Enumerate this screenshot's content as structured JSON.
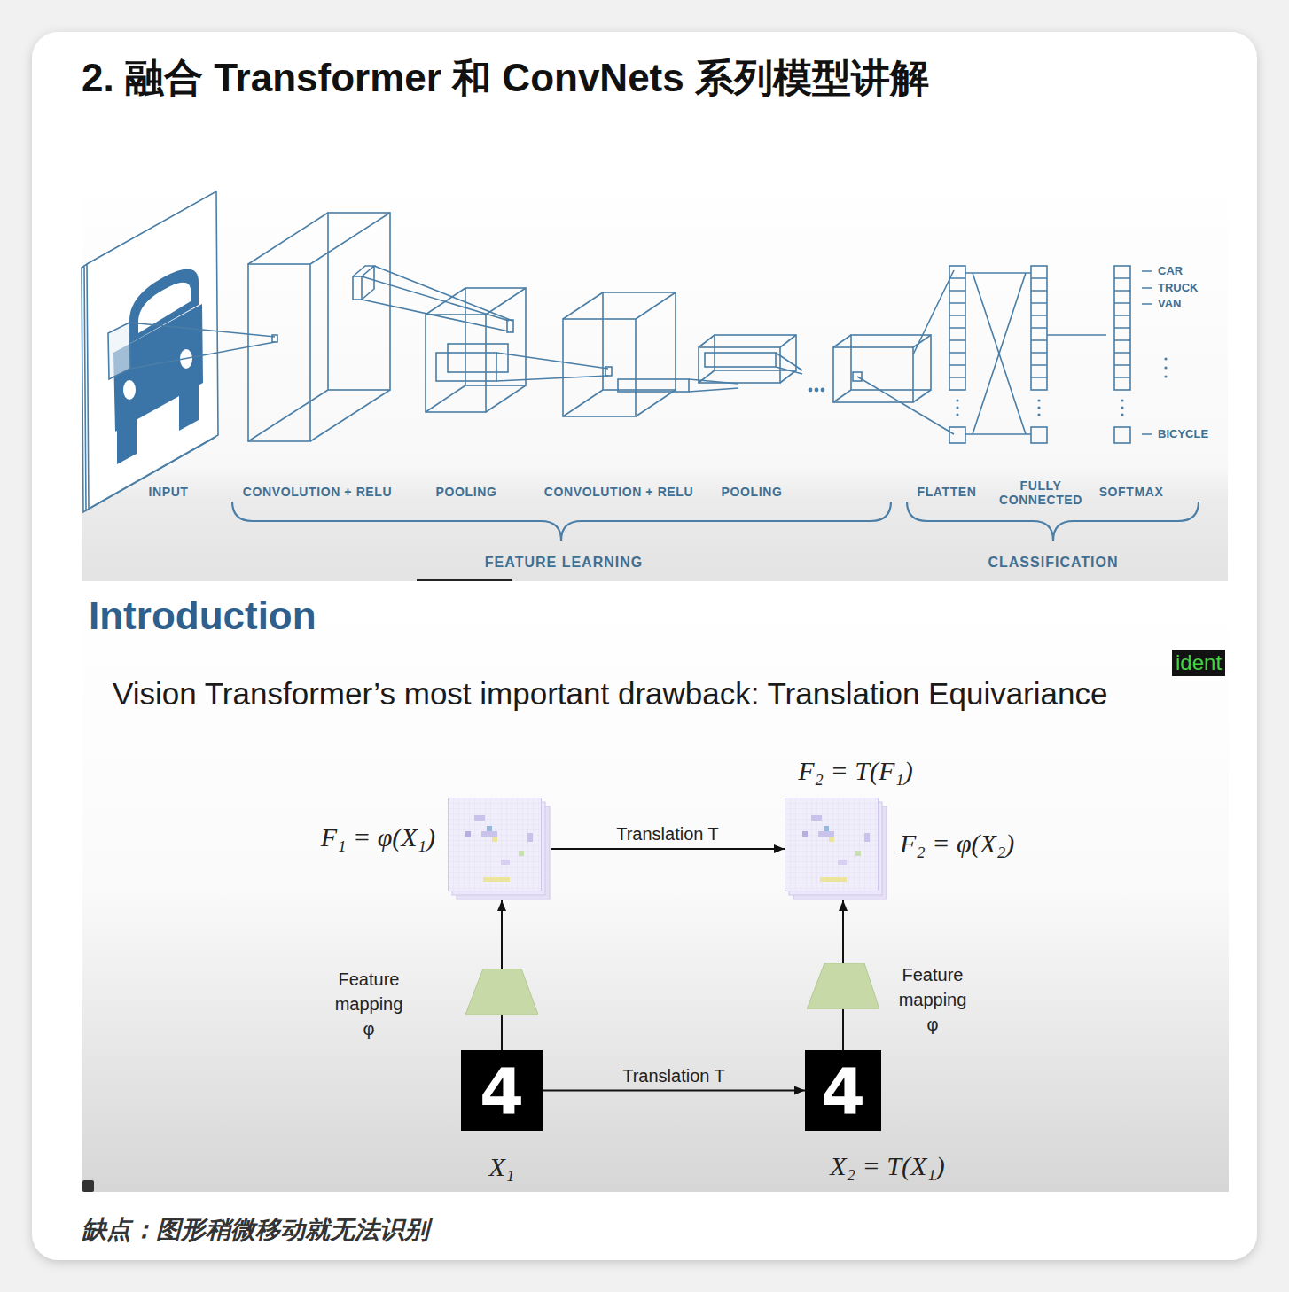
{
  "diagram": {
    "title": "2. 融合 Transformer 和 ConvNets 系列模型讲解",
    "caption": "缺点：图形稍微移动就无法识别",
    "nodes": [
      {
        "text": [
          "F₁ = φ(X₁)"
        ]
      },
      {
        "text": [
          "F₂ = T(F₁)",
          "F₂ = φ(X₂)"
        ]
      },
      {
        "text": [
          "Feature mapping φ"
        ]
      },
      {
        "text": [
          "Feature mapping φ"
        ]
      },
      {
        "text": [
          "4",
          "X₁"
        ]
      },
      {
        "text": [
          "4",
          "X₂ = T(X₁)"
        ]
      }
    ],
    "edges": [
      {
        "from": 0,
        "to": 1,
        "label": "Translation T",
        "arrow": "to"
      },
      {
        "from": 4,
        "to": 5,
        "label": "Translation T",
        "arrow": "to"
      },
      {
        "from": 4,
        "to": 2,
        "arrow": "none"
      },
      {
        "from": 2,
        "to": 0,
        "arrow": "to"
      },
      {
        "from": 5,
        "to": 3,
        "arrow": "none"
      },
      {
        "from": 3,
        "to": 1,
        "arrow": "to"
      }
    ],
    "labels": [
      "INPUT",
      "CONVOLUTION + RELU",
      "POOLING",
      "CONVOLUTION + RELU",
      "POOLING",
      "FLATTEN",
      "FULLY CONNECTED",
      "SOFTMAX",
      "FEATURE LEARNING",
      "CLASSIFICATION",
      "CAR",
      "TRUCK",
      "VAN",
      "BICYCLE",
      "Introduction",
      "Vision Transformer’s most important drawback: Translation Equivariance",
      "ident"
    ]
  }
}
